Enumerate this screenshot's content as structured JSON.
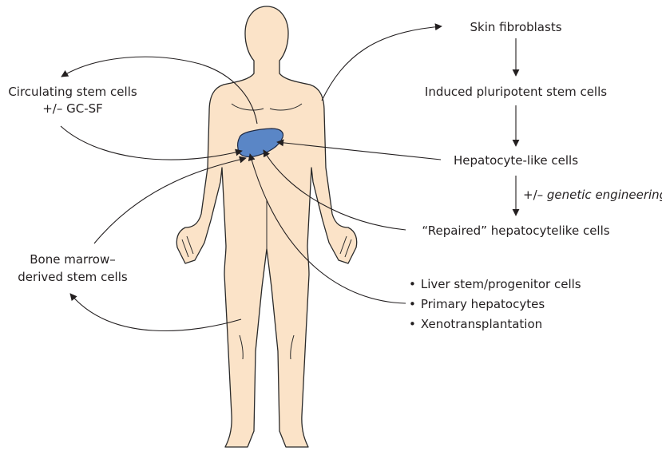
{
  "labels": {
    "skin_fibroblasts": "Skin fibroblasts",
    "ipsc": "Induced pluripotent stem cells",
    "hepatocyte_like": "Hepatocyte-like cells",
    "genetic_prefix": "+/– ",
    "genetic_engineering": "genetic engineering",
    "repaired": "“Repaired” hepatocytelike cells",
    "circulating_line1": "Circulating stem cells",
    "circulating_line2": "+/– GC-SF",
    "bone_marrow_line1": "Bone marrow–",
    "bone_marrow_line2": "derived stem cells"
  },
  "sources_list": [
    "Liver stem/progenitor cells",
    "Primary hepatocytes",
    "Xenotransplantation"
  ],
  "bullet": "•",
  "colors": {
    "skin": "#fbe3c8",
    "liver": "#5a86c6",
    "ink": "#231f20"
  }
}
